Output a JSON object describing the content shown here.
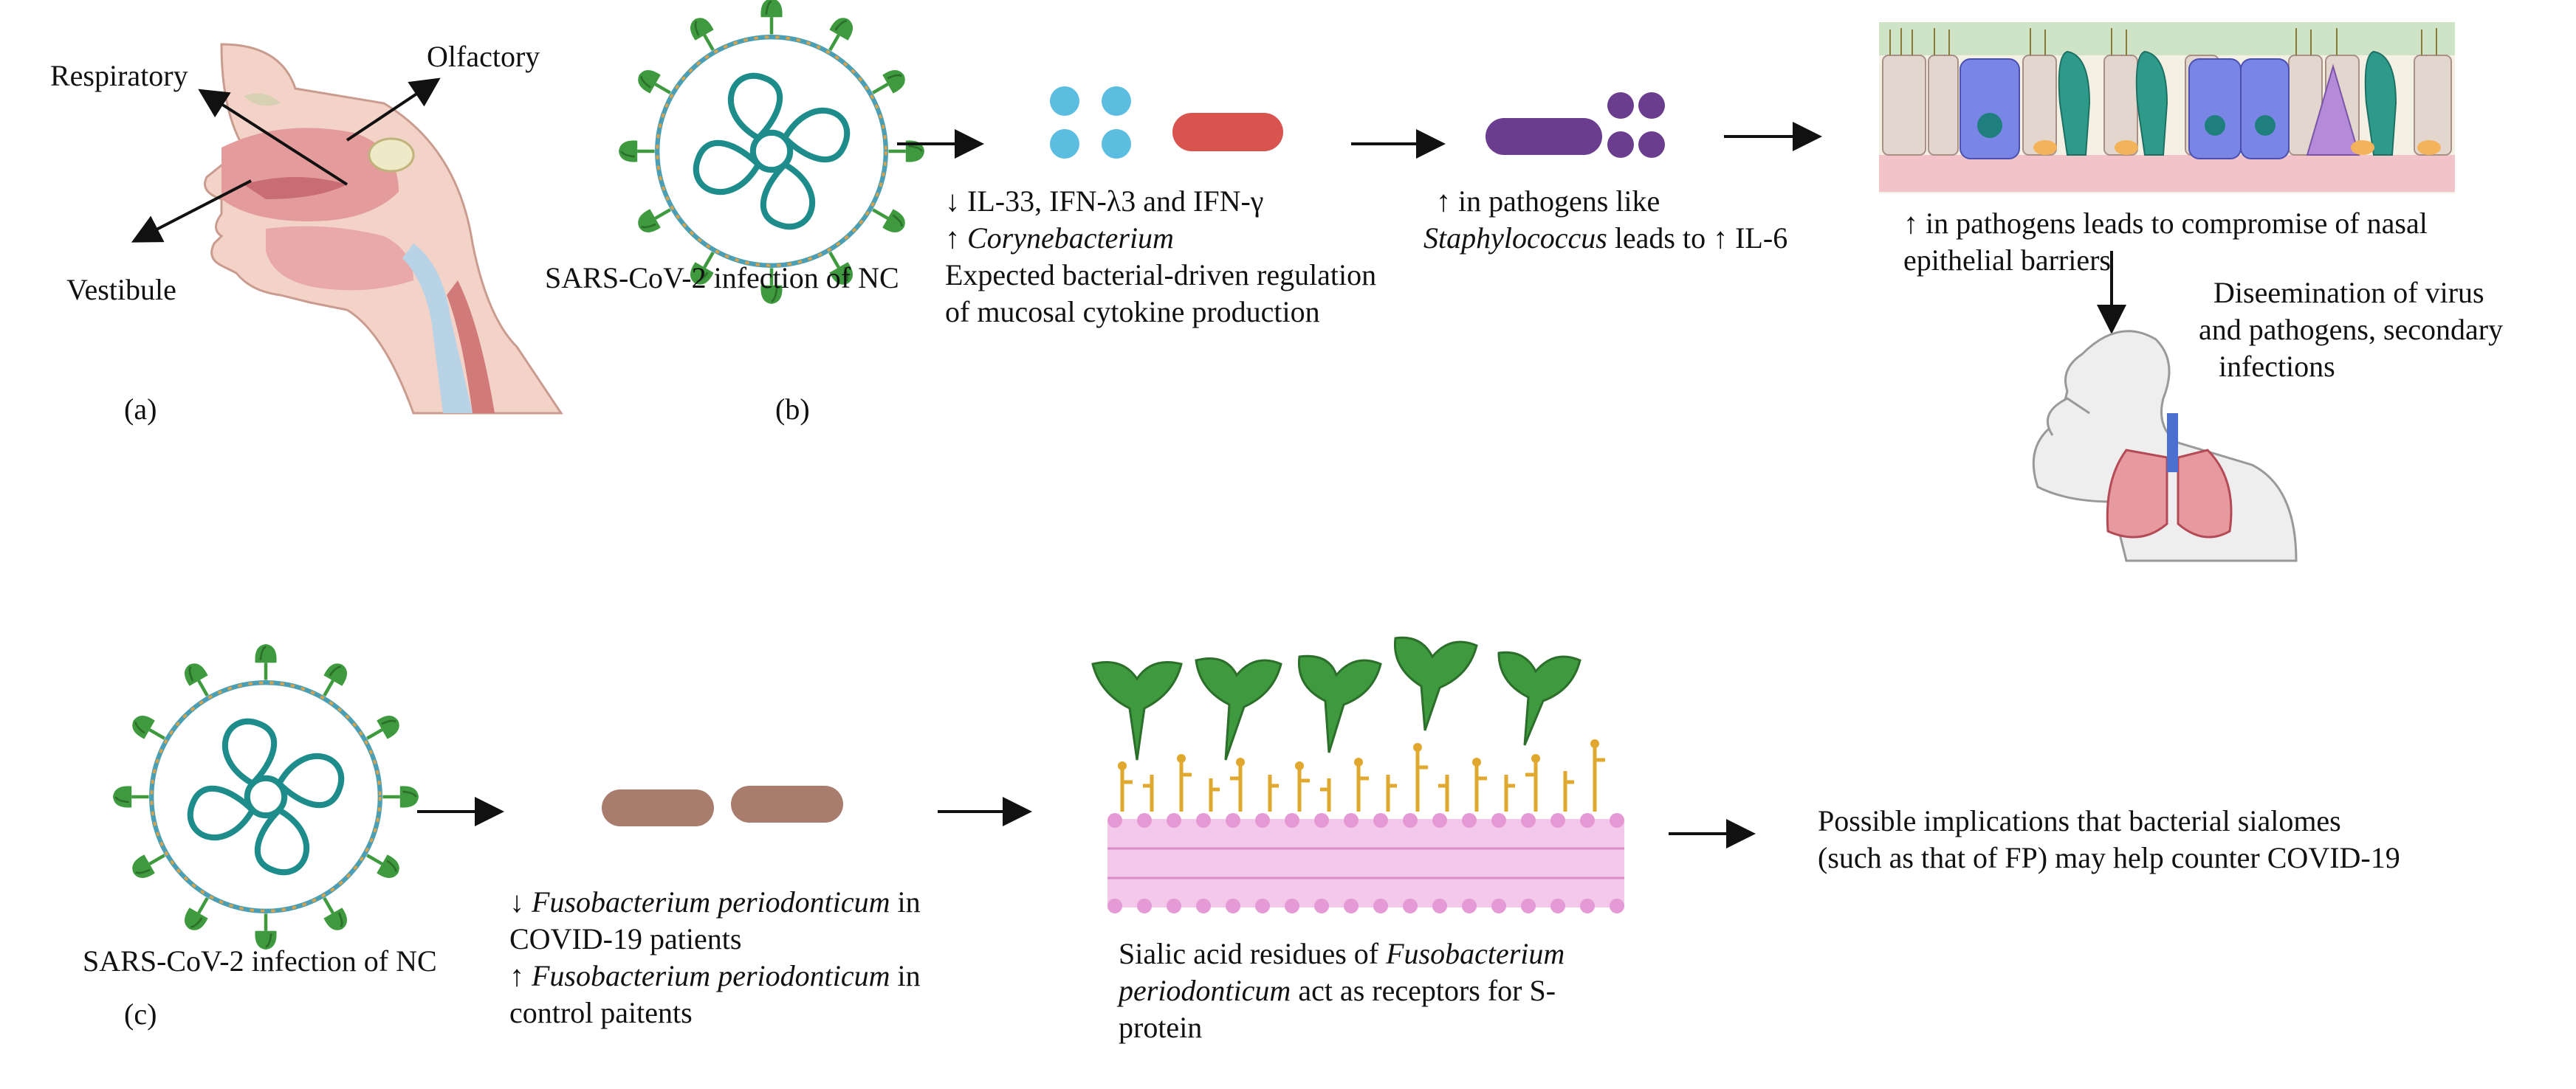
{
  "panel_a": {
    "label": "(a)",
    "respiratory": "Respiratory",
    "olfactory": "Olfactory",
    "vestibule": "Vestibule"
  },
  "panel_b": {
    "label": "(b)",
    "virus_caption": "SARS-CoV-2 infection of NC",
    "step1": {
      "line1": "↓ IL-33, IFN-λ3 and IFN-γ",
      "line2_prefix": "↑ ",
      "line2_italic": "Corynebacterium",
      "line3": "Expected bacterial-driven regulation",
      "line4": "of mucosal cytokine production"
    },
    "step2": {
      "line1": "↑ in pathogens like",
      "line2_italic": "Staphylococcus",
      "line2_suffix": " leads to ↑ IL-6"
    },
    "step3": {
      "line1": "↑ in pathogens leads to compromise of nasal",
      "line2": "epithelial barriers"
    },
    "step4": {
      "line1": "Diseemination of virus",
      "line2": "and pathogens, secondary",
      "line3": "infections"
    }
  },
  "panel_c": {
    "label": "(c)",
    "virus_caption": "SARS-CoV-2 infection of NC",
    "step1": {
      "line1_prefix": "↓ ",
      "line1_italic": "Fusobacterium periodonticum",
      "line1_suffix": " in",
      "line2": "COVID-19 patients",
      "line3_prefix": "↑ ",
      "line3_italic": "Fusobacterium periodonticum",
      "line3_suffix": "  in",
      "line4": "control paitents"
    },
    "step2": {
      "line1_prefix": "Sialic acid residues of ",
      "line1_italic": "Fusobacterium",
      "line2_italic": "periodonticum",
      "line2_suffix": "  act as receptors for S-",
      "line3": "protein"
    },
    "step3": {
      "line1": "Possible implications that bacterial sialomes",
      "line2": "(such as that of FP) may help counter COVID-19"
    }
  },
  "colors": {
    "virus_spike": "#3f9a3f",
    "virus_rna": "#1f8c8c",
    "bacteria_blue": "#5bbde0",
    "bacteria_red": "#d9534f",
    "bacteria_purple": "#6a3d8f",
    "bacteria_brown": "#a97d6e",
    "membrane_pink": "#e59ad6",
    "sialic_gold": "#e0a82e"
  }
}
